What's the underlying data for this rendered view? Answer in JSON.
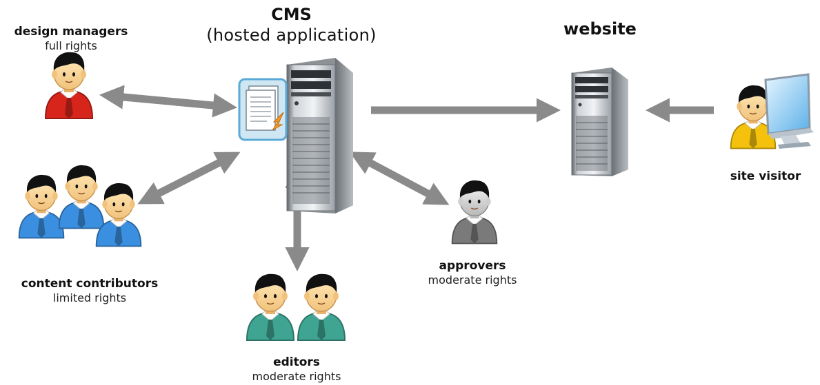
{
  "cms": {
    "title": "CMS",
    "subtitle": "(hosted application)"
  },
  "website": {
    "title": "website"
  },
  "nodes": {
    "design_managers": {
      "role": "design managers",
      "rights": "full rights"
    },
    "content_contributors": {
      "role": "content contributors",
      "rights": "limited rights"
    },
    "editors": {
      "role": "editors",
      "rights": "moderate rights"
    },
    "approvers": {
      "role": "approvers",
      "rights": "moderate rights"
    },
    "site_visitor": {
      "role": "site visitor"
    }
  },
  "colors": {
    "arrow": "#8a8a8a",
    "design_managers": "#d8251b",
    "content_contributors": "#3b8fe0",
    "editors": "#3fa592",
    "approvers": "#7a7a7a",
    "site_visitor": "#f4c20d",
    "server": "#9aa0a6"
  },
  "icons": {
    "design_managers": "person-icon",
    "content_contributors": "person-group-icon",
    "editors": "person-pair-icon",
    "approvers": "person-icon",
    "site_visitor": "person-computer-icon",
    "cms_server": "server-tower-icon",
    "website_server": "server-tower-icon",
    "document": "document-icon"
  }
}
